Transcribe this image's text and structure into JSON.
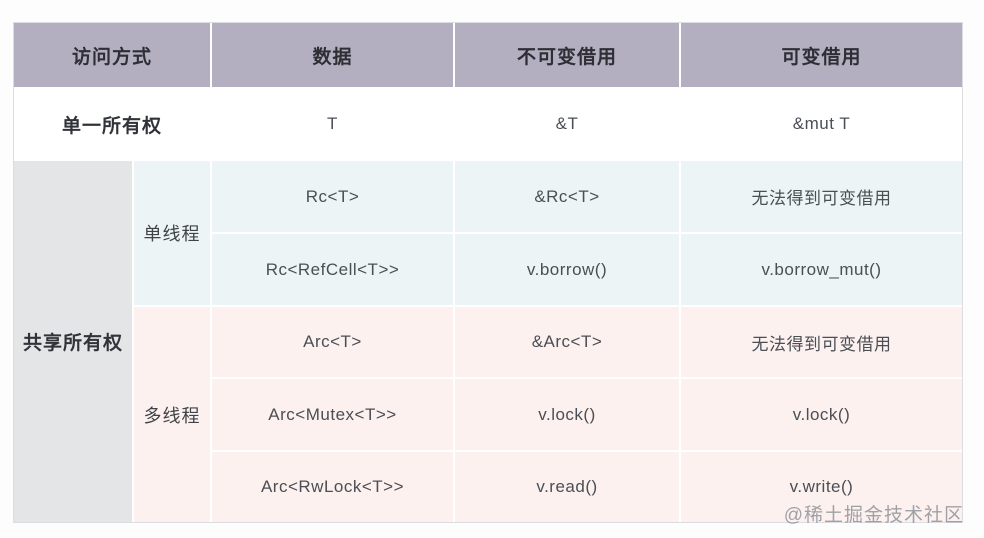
{
  "table": {
    "headers": [
      "访问方式",
      "数据",
      "不可变借用",
      "可变借用"
    ],
    "single": {
      "label": "单一所有权",
      "data": "T",
      "immutable": "&T",
      "mutable": "&mut T"
    },
    "shared": {
      "label": "共享所有权",
      "groups": [
        {
          "thread": "单线程",
          "rows": [
            {
              "data": "Rc<T>",
              "immutable": "&Rc<T>",
              "mutable": "无法得到可变借用"
            },
            {
              "data": "Rc<RefCell<T>>",
              "immutable": "v.borrow()",
              "mutable": "v.borrow_mut()"
            }
          ]
        },
        {
          "thread": "多线程",
          "rows": [
            {
              "data": "Arc<T>",
              "immutable": "&Arc<T>",
              "mutable": "无法得到可变借用"
            },
            {
              "data": "Arc<Mutex<T>>",
              "immutable": "v.lock()",
              "mutable": "v.lock()"
            },
            {
              "data": "Arc<RwLock<T>>",
              "immutable": "v.read()",
              "mutable": "v.write()"
            }
          ]
        }
      ]
    }
  },
  "watermark": {
    "text": "@稀土掘金技术社区"
  },
  "colors": {
    "header_bg": "#b3afc1",
    "single_thread_bg": "#edf4f5",
    "multi_thread_bg": "#fdf1ef",
    "owner_col_bg": "#e3e5e7",
    "header_text": "#2e2e34",
    "body_text": "#4a4f55",
    "watermark_text": "#8f949b"
  },
  "chart_data": {
    "type": "table",
    "columns": [
      "访问方式",
      "数据",
      "不可变借用",
      "可变借用"
    ],
    "rows": [
      [
        "单一所有权",
        "T",
        "&T",
        "&mut T"
      ],
      [
        "共享所有权 / 单线程",
        "Rc<T>",
        "&Rc<T>",
        "无法得到可变借用"
      ],
      [
        "共享所有权 / 单线程",
        "Rc<RefCell<T>>",
        "v.borrow()",
        "v.borrow_mut()"
      ],
      [
        "共享所有权 / 多线程",
        "Arc<T>",
        "&Arc<T>",
        "无法得到可变借用"
      ],
      [
        "共享所有权 / 多线程",
        "Arc<Mutex<T>>",
        "v.lock()",
        "v.lock()"
      ],
      [
        "共享所有权 / 多线程",
        "Arc<RwLock<T>>",
        "v.read()",
        "v.write()"
      ]
    ],
    "title": "",
    "legend_position": "none",
    "notes": "Rust ownership vs borrow table; row groups colored: single-thread teal, multi-thread pink"
  }
}
